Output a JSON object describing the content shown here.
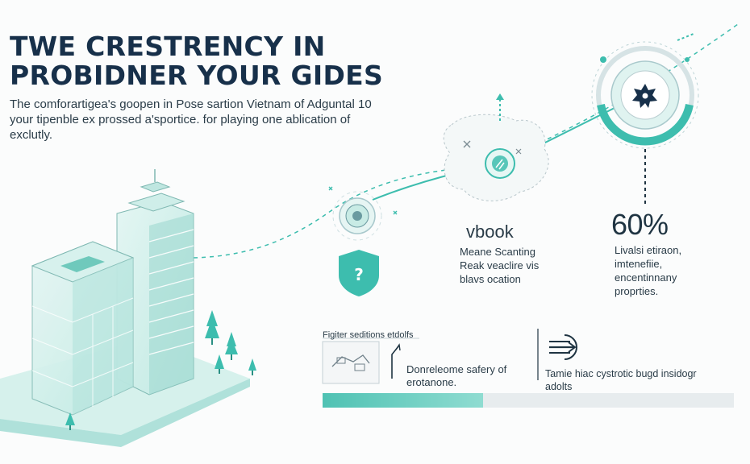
{
  "title": {
    "line1": "TWE CRESTRENCY IN",
    "line2": "PROBIDNER YOUR GIDES"
  },
  "intro": {
    "line1": "The comforartigea's goopen in Pose sartion Vietnam of Adguntal 10",
    "line2": "your tipenble ex prossed a'sportice. for playing one ablication of",
    "line3": "exclutly."
  },
  "feature_brand": {
    "name": "vbook",
    "line1": "Meane Scanting",
    "line2": "Reak veaclire vis",
    "line3": "blavs ocation"
  },
  "stat": {
    "value": "60%",
    "line1": "Livalsi etiraon,",
    "line2": "imtenefiie,",
    "line3": "encentinnany",
    "line4": "proprties."
  },
  "bottom_left": {
    "heading": "Figiter seditions etdolfs",
    "line1": "Donreleome safery of",
    "line2": "erotanone."
  },
  "bottom_right": {
    "line1": "Tamie hiac cystrotic bugd insidogr",
    "line2": "adolts"
  },
  "progress": {
    "fraction": 0.39
  },
  "icons": [
    "question-shield-icon",
    "gear-icon",
    "fingerprint-icon",
    "chip-icon",
    "arrow-right-icon",
    "map-icon",
    "building-icon",
    "tree-icon"
  ],
  "colors": {
    "accent": "#3dbdae",
    "accent_light": "#bfe9e2",
    "title": "#17304a",
    "text": "#2a3c48"
  }
}
